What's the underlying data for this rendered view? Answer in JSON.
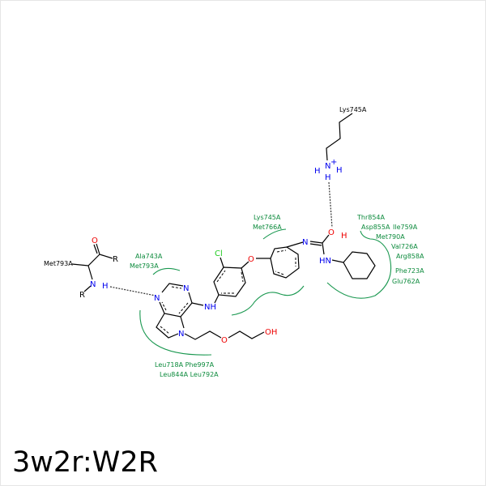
{
  "title": "3w2r:W2R",
  "residues": {
    "met793_backbone": "Met793A",
    "lys745_sidechain": "Lys745A",
    "ala743": "Ala743A",
    "met793": "Met793A",
    "lys745": "Lys745A",
    "met766": "Met766A",
    "thr854": "Thr854A",
    "asp855": "Asp855A",
    "ile759": "Ile759A",
    "met790": "Met790A",
    "val726": "Val726A",
    "arg858": "Arg858A",
    "phe723": "Phe723A",
    "glu762": "Glu762A",
    "bottom1": "Leu718A Phe997A",
    "bottom2": "Leu844A Leu792A"
  },
  "atoms": {
    "O": "O",
    "R": "R",
    "N": "N",
    "H": "H",
    "NH": "NH",
    "HN": "HN",
    "OH": "OH",
    "Cl": "Cl",
    "plus": "+"
  },
  "colors": {
    "hydrophobic": "#1a9850",
    "nitrogen": "#0000ee",
    "oxygen": "#ee0000",
    "chlorine": "#22cc22"
  }
}
